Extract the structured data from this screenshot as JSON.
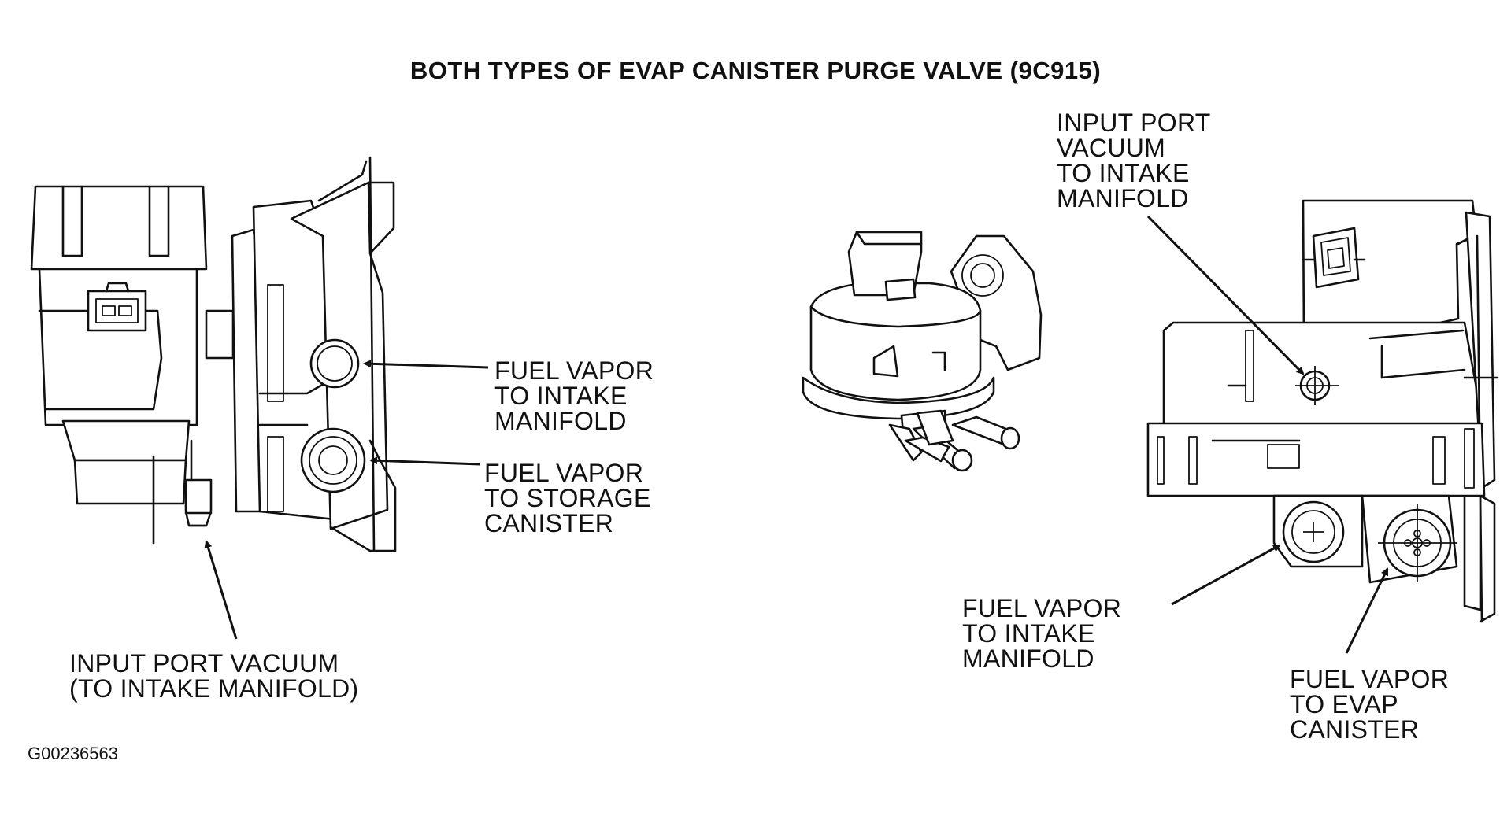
{
  "diagram": {
    "title": "BOTH TYPES OF EVAP CANISTER PURGE VALVE (9C915)",
    "figure_id": "G00236563",
    "left_valve": {
      "labels": {
        "vapor_intake": [
          "FUEL VAPOR",
          "TO INTAKE",
          "MANIFOLD"
        ],
        "vapor_storage": [
          "FUEL VAPOR",
          "TO STORAGE",
          "CANISTER"
        ],
        "input_port": [
          "INPUT PORT VACUUM",
          "(TO INTAKE MANIFOLD)"
        ]
      }
    },
    "right_valve": {
      "labels": {
        "input_port": [
          "INPUT PORT",
          "VACUUM",
          "TO INTAKE",
          "MANIFOLD"
        ],
        "vapor_intake": [
          "FUEL VAPOR",
          "TO INTAKE",
          "MANIFOLD"
        ],
        "vapor_evap": [
          "FUEL VAPOR",
          "TO EVAP",
          "CANISTER"
        ]
      }
    }
  }
}
